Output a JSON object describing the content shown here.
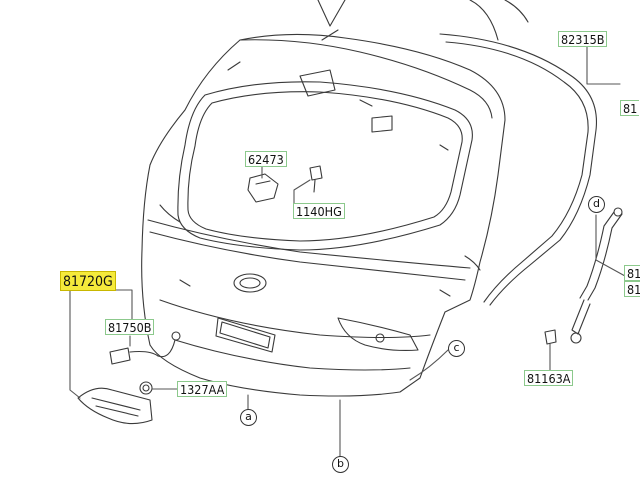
{
  "parts": {
    "p82315B": "82315B",
    "p817_top": "81",
    "p62473": "62473",
    "p1140HG": "1140HG",
    "p81720G": "81720G",
    "p81750B": "81750B",
    "p1327AA": "1327AA",
    "p81163A": "81163A",
    "p81_r1": "81",
    "p81_r2": "81"
  },
  "callouts": {
    "a": "a",
    "b": "b",
    "c": "c",
    "d": "d"
  },
  "colors": {
    "highlight": "#f5ea3b",
    "label_border": "#8cc98c",
    "line": "#3a3a3a"
  }
}
